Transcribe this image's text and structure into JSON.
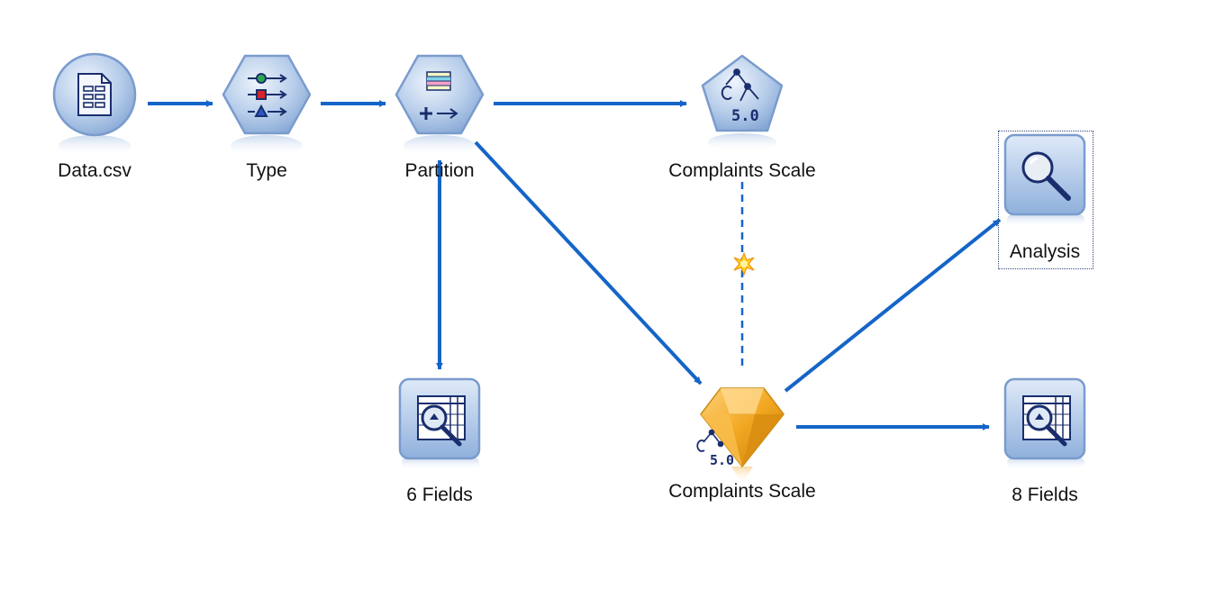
{
  "nodes": {
    "data_csv": {
      "label": "Data.csv",
      "icon": "csv-file-icon"
    },
    "type": {
      "label": "Type",
      "icon": "type-icon"
    },
    "partition": {
      "label": "Partition",
      "icon": "partition-icon"
    },
    "complaints_scale_model": {
      "label": "Complaints Scale",
      "icon": "c50-modeler-icon",
      "version": "5.0"
    },
    "analysis": {
      "label": "Analysis",
      "icon": "analysis-magnifier-icon",
      "selected": true
    },
    "fields6": {
      "label": "6 Fields",
      "icon": "table-magnifier-icon"
    },
    "complaints_scale_nugget": {
      "label": "Complaints Scale",
      "icon": "model-nugget-icon",
      "version": "5.0"
    },
    "fields8": {
      "label": "8 Fields",
      "icon": "table-magnifier-icon"
    }
  },
  "connections": [
    [
      "data_csv",
      "type"
    ],
    [
      "type",
      "partition"
    ],
    [
      "partition",
      "complaints_scale_model"
    ],
    [
      "partition",
      "fields6"
    ],
    [
      "partition",
      "complaints_scale_nugget"
    ],
    [
      "complaints_scale_nugget",
      "analysis"
    ],
    [
      "complaints_scale_nugget",
      "fields8"
    ]
  ],
  "model_link": {
    "from": "complaints_scale_model",
    "to": "complaints_scale_nugget",
    "style": "dashed",
    "marker": "refresh-star-icon"
  },
  "colors": {
    "connector": "#1565c8",
    "node_fill_light": "#dbe8f7",
    "node_fill_dark": "#8eb0dc",
    "node_border": "#6f93c4",
    "nugget_gold": "#f2a722"
  }
}
